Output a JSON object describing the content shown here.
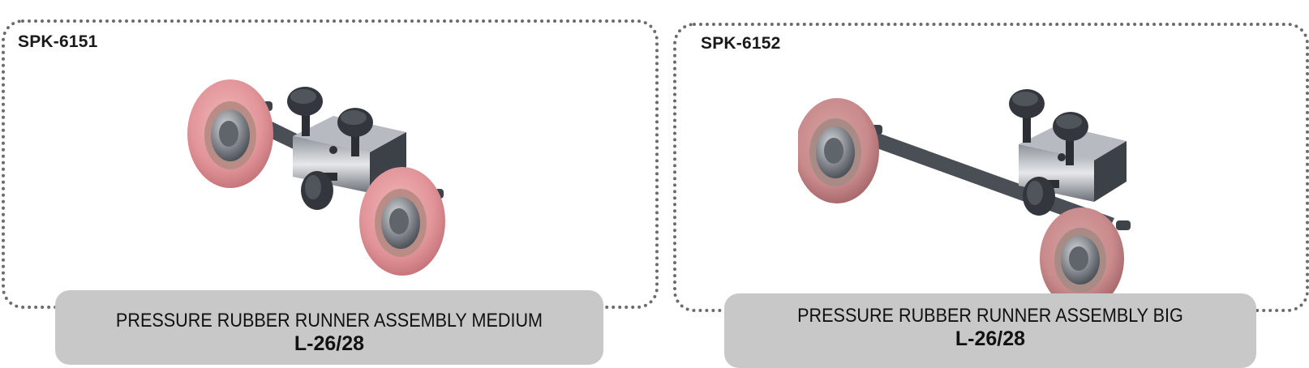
{
  "products": [
    {
      "code": "SPK-6151",
      "description": "PRESSURE RUBBER RUNNER ASSEMBLY MEDIUM",
      "model": "L-26/28"
    },
    {
      "code": "SPK-6152",
      "description": "PRESSURE RUBBER RUNNER ASSEMBLY BIG",
      "model": "L-26/28"
    }
  ],
  "colors": {
    "border": "#6b6b6b",
    "label_background": "#c8c8c8",
    "rubber": "#d98a8e",
    "metal": "#5a5e66"
  }
}
